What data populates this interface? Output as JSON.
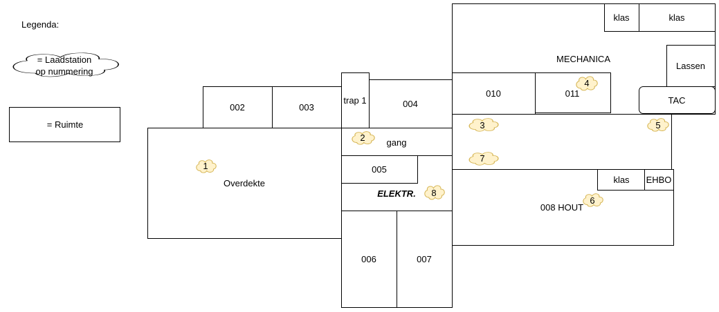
{
  "legend": {
    "title": "Legenda:",
    "cloud_line1": "= Laadstation",
    "cloud_line2": "op nummering",
    "room_label": "= Ruimte"
  },
  "rooms": {
    "r002": "002",
    "r003": "003",
    "trap1": "trap 1",
    "r004": "004",
    "r010": "010",
    "r011": "011",
    "mechanica": "MECHANICA",
    "klas_top1": "klas",
    "klas_top2": "klas",
    "lassen": "Lassen",
    "tac": "TAC",
    "gang": "gang",
    "overdekte": "Overdekte",
    "r005": "005",
    "elektr": "ELEKTR.",
    "r006": "006",
    "r007": "007",
    "klas_hout": "klas",
    "ehbo": "EHBO",
    "hout": "008 HOUT"
  },
  "stations": {
    "s1": "1",
    "s2": "2",
    "s3": "3",
    "s4": "4",
    "s5": "5",
    "s6": "6",
    "s7": "7",
    "s8": "8"
  },
  "colors": {
    "cloud_fill": "#fff2cc",
    "cloud_stroke": "#d6b656",
    "legend_cloud_fill": "#ffffff",
    "line": "#000000"
  }
}
